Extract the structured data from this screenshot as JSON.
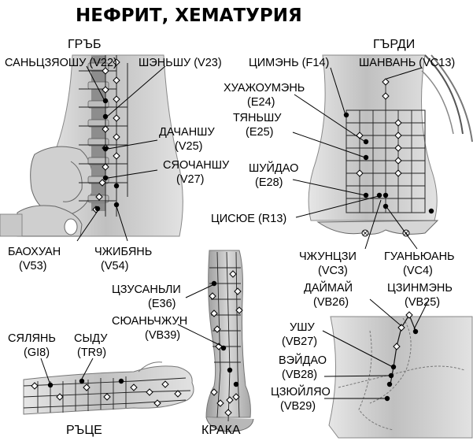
{
  "title": "НЕФРИТ, ХЕМАТУРИЯ",
  "regions": {
    "back": "ГРЪБ",
    "chest": "ГЪРДИ",
    "arms": "РЪЦЕ",
    "legs": "КРАКА"
  },
  "points": {
    "v22_name": "САНЬЦЗЯОШУ (V22)",
    "v23_name": "ШЭНЬШУ (V23)",
    "v25_name": "ДАЧАНШУ",
    "v25_code": "(V25)",
    "v27_name": "СЯОЧАНШУ",
    "v27_code": "(V27)",
    "v53_name": "БАОХУАН",
    "v53_code": "(V53)",
    "v54_name": "ЧЖИБЯНЬ",
    "v54_code": "(V54)",
    "f14_name": "ЦИМЭНЬ (F14)",
    "vc13_name": "ШАНВАНЬ (VC13)",
    "e24_name": "ХУАЖОУМЭНЬ",
    "e24_code": "(E24)",
    "e25_name": "ТЯНЬШУ",
    "e25_code": "(E25)",
    "e28_name": "ШУЙДАО",
    "e28_code": "(E28)",
    "r13_name": "ЦИСЮЕ (R13)",
    "vc3_name": "ЧЖУНЦЗИ",
    "vc3_code": "(VC3)",
    "vc4_name": "ГУАНЬЮАНЬ",
    "vc4_code": "(VC4)",
    "vb26_name": "ДАЙМАЙ",
    "vb26_code": "(VB26)",
    "vb25_name": "ЦЗИНМЭНЬ",
    "vb25_code": "(VB25)",
    "vb27_name": "УШУ",
    "vb27_code": "(VB27)",
    "vb28_name": "ВЭЙДАО",
    "vb28_code": "(VB28)",
    "vb29_name": "ЦЗЮЙЛЯО",
    "vb29_code": "(VB29)",
    "e36_name": "ЦЗУСАНЬЛИ",
    "e36_code": "(E36)",
    "vb39_name": "СЮАНЬЧЖУН",
    "vb39_code": "(VB39)",
    "gi8_name": "СЯЛЯНЬ",
    "gi8_code": "(GI8)",
    "tr9_name": "СЫДУ",
    "tr9_code": "(TR9)"
  },
  "colors": {
    "ink": "#000000",
    "skin": "#bdbdbd",
    "skin_dark": "#8a8a8a",
    "meridian": "#5a5a5a",
    "bone": "#d4d4d4"
  }
}
